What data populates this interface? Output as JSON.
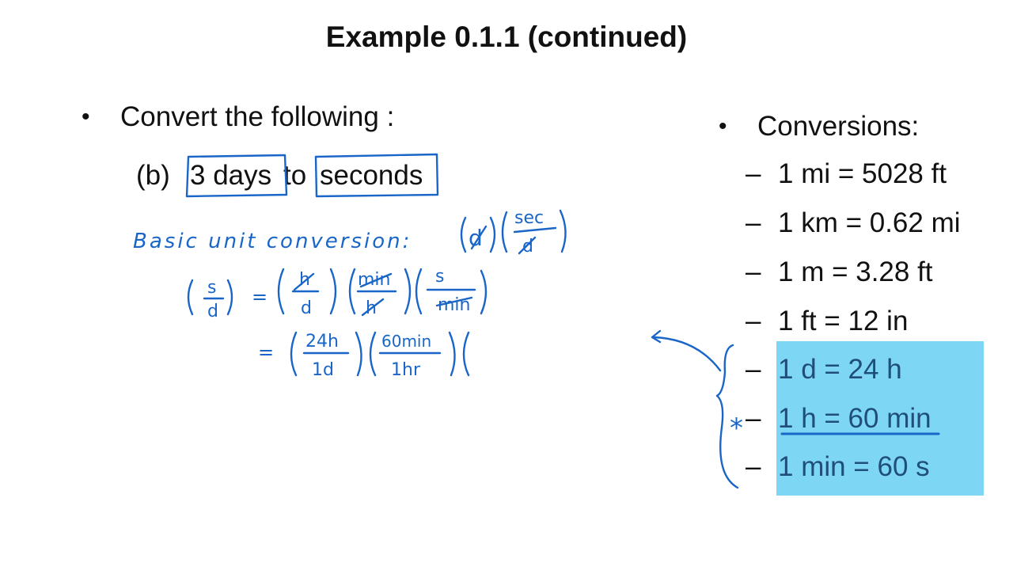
{
  "title": "Example 0.1.1 (continued)",
  "left": {
    "bullet": "Convert the following :",
    "part_label": "(b)",
    "quantity": "3 days",
    "connector": "to",
    "target_unit": "seconds"
  },
  "right": {
    "header": "Conversions:",
    "items": [
      {
        "text": "1 mi = 5028 ft",
        "highlighted": false
      },
      {
        "text": "1 km = 0.62 mi",
        "highlighted": false
      },
      {
        "text": "1 m = 3.28 ft",
        "highlighted": false
      },
      {
        "text": "1 ft = 12 in",
        "highlighted": false
      },
      {
        "text": "1 d = 24 h",
        "highlighted": true
      },
      {
        "text": "1 h = 60 min",
        "highlighted": true
      },
      {
        "text": "1 min = 60 s",
        "highlighted": true
      }
    ],
    "highlight_color": "#7ed6f5"
  },
  "handwriting": {
    "basic_label": "Basic unit conversion:",
    "basic_num": "d",
    "basic_frac_num": "sec",
    "basic_frac_den": "d",
    "row1_lhs_num": "s",
    "row1_lhs_den": "d",
    "row1_f1_num": "h",
    "row1_f1_den": "d",
    "row1_f2_num": "min",
    "row1_f2_den": "h",
    "row1_f3_num": "s",
    "row1_f3_den": "min",
    "row2_f1_num": "24h",
    "row2_f1_den": "1d",
    "row2_f2_num": "60min",
    "row2_f2_den": "1hr",
    "eq": "=",
    "star": "*",
    "ink_color": "#1a66c8"
  }
}
